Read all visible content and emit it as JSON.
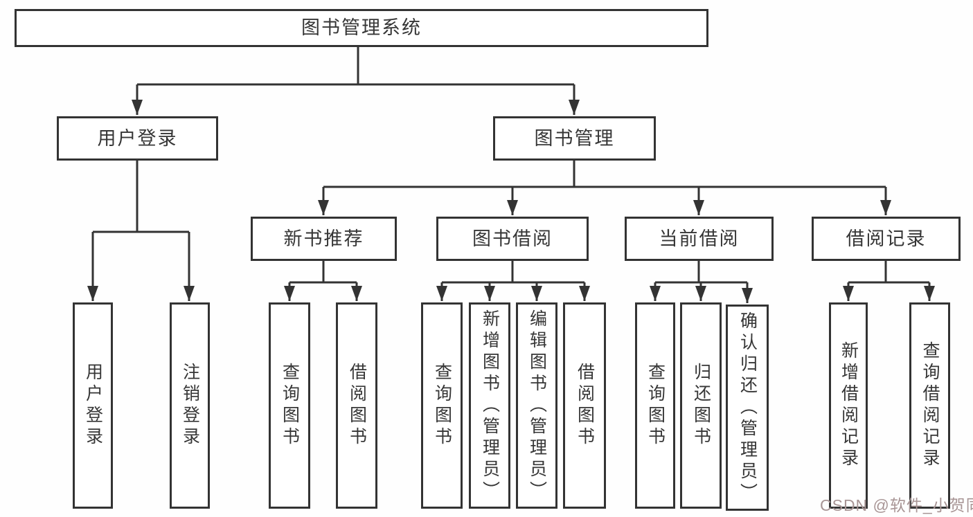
{
  "tree": {
    "label": "图书管理系统",
    "children": [
      {
        "label": "用户登录",
        "children": [
          {
            "label": "用户登录"
          },
          {
            "label": "注销登录"
          }
        ]
      },
      {
        "label": "图书管理",
        "children": [
          {
            "label": "新书推荐",
            "children": [
              {
                "label": "查询图书"
              },
              {
                "label": "借阅图书"
              }
            ]
          },
          {
            "label": "图书借阅",
            "children": [
              {
                "label": "查询图书"
              },
              {
                "label": "新增图书（管理员）"
              },
              {
                "label": "编辑图书（管理员）"
              },
              {
                "label": "借阅图书"
              }
            ]
          },
          {
            "label": "当前借阅",
            "children": [
              {
                "label": "查询图书"
              },
              {
                "label": "归还图书"
              },
              {
                "label": "确认归还（管理员）"
              }
            ]
          },
          {
            "label": "借阅记录",
            "children": [
              {
                "label": "新增借阅记录"
              },
              {
                "label": "查询借阅记录"
              }
            ]
          }
        ]
      }
    ]
  },
  "watermark": {
    "text": "CSDN @软件_小贺同学"
  },
  "colors": {
    "line": "#333333",
    "box_border": "#333333",
    "box_background": "#ffffff",
    "text": "#363636",
    "watermark": "#a89595",
    "background": "#fefefe"
  }
}
